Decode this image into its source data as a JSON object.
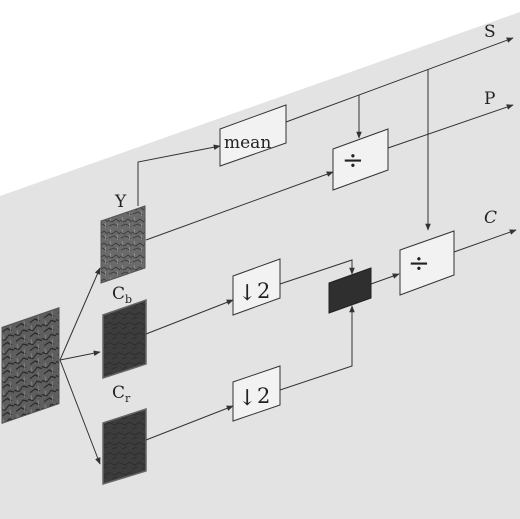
{
  "labels": {
    "y": "Y",
    "cb_main": "C",
    "cb_sub": "b",
    "cr_main": "C",
    "cr_sub": "r",
    "s_out": "S",
    "p_out": "P",
    "c_out": "C"
  },
  "blocks": {
    "mean": "mean",
    "divide": "÷",
    "downsample_arrow": "↓",
    "downsample_factor": "2"
  },
  "colors": {
    "background_plane": "#e3e3e3",
    "line": "#333333",
    "box_fill": "#f2f2f2",
    "dark_block": "#2f2f2f"
  }
}
